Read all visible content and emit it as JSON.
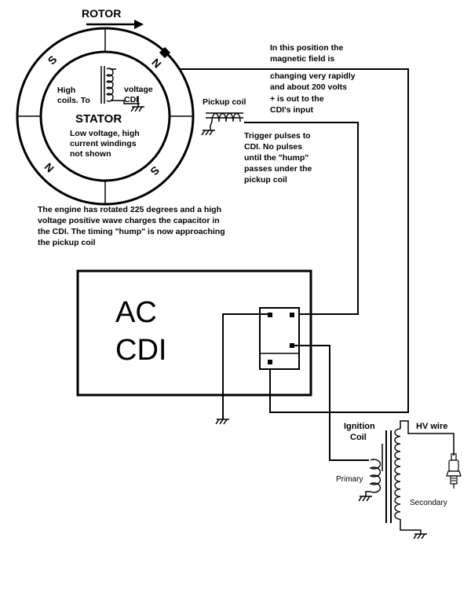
{
  "rotor": {
    "label": "ROTOR"
  },
  "stator": {
    "title": "STATOR",
    "poles": [
      "N",
      "S",
      "N",
      "S"
    ],
    "coil_lines": [
      "High",
      "coils. To",
      "voltage",
      "CDI"
    ],
    "windings_lines": [
      "Low voltage, high",
      "current windings",
      "not shown"
    ]
  },
  "pickup": {
    "label": "Pickup coil"
  },
  "notes": {
    "magnetic_field": [
      "In this position the",
      "magnetic field is",
      "changing very rapidly",
      "and about 200 volts",
      "+ is out to the",
      "CDI's input"
    ],
    "trigger": [
      "Trigger pulses to",
      "CDI.  No pulses",
      "until the \"hump\"",
      "passes under the",
      "pickup coil"
    ],
    "engine": [
      "The engine has rotated 225 degrees and a high",
      "voltage positive wave charges the capacitor in",
      "the CDI.  The timing \"hump\" is now approaching",
      "the pickup coil"
    ]
  },
  "cdi": {
    "line1": "AC",
    "line2": "CDI"
  },
  "ignition_coil": {
    "label_line1": "Ignition",
    "label_line2": "Coil",
    "primary": "Primary",
    "secondary": "Secondary",
    "hv_wire": "HV  wire"
  }
}
